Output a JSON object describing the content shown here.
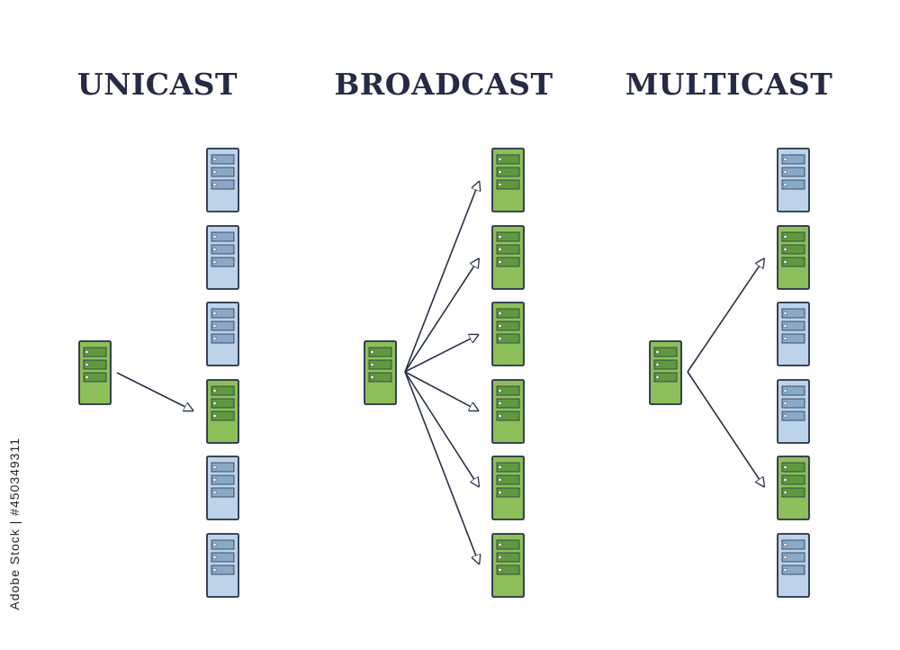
{
  "titles": {
    "unicast": "UNICAST",
    "broadcast": "BROADCAST",
    "multicast": "MULTICAST"
  },
  "credit": "Adobe Stock | #450349311",
  "colors": {
    "green_fill": "#8dbf5a",
    "green_slot": "#5e9a3d",
    "blue_fill": "#bcd3ea",
    "blue_slot": "#8aa9c8",
    "outline": "#263046",
    "arrow": "#263046",
    "title": "#252b45"
  },
  "panels": [
    {
      "name": "unicast",
      "sender": "green",
      "receivers": [
        "blue",
        "blue",
        "blue",
        "green",
        "blue",
        "blue"
      ],
      "arrow_targets": [
        3
      ]
    },
    {
      "name": "broadcast",
      "sender": "green",
      "receivers": [
        "green",
        "green",
        "green",
        "green",
        "green",
        "green"
      ],
      "arrow_targets": [
        0,
        1,
        2,
        3,
        4,
        5
      ]
    },
    {
      "name": "multicast",
      "sender": "green",
      "receivers": [
        "blue",
        "green",
        "blue",
        "blue",
        "green",
        "blue"
      ],
      "arrow_targets": [
        1,
        4
      ]
    }
  ]
}
